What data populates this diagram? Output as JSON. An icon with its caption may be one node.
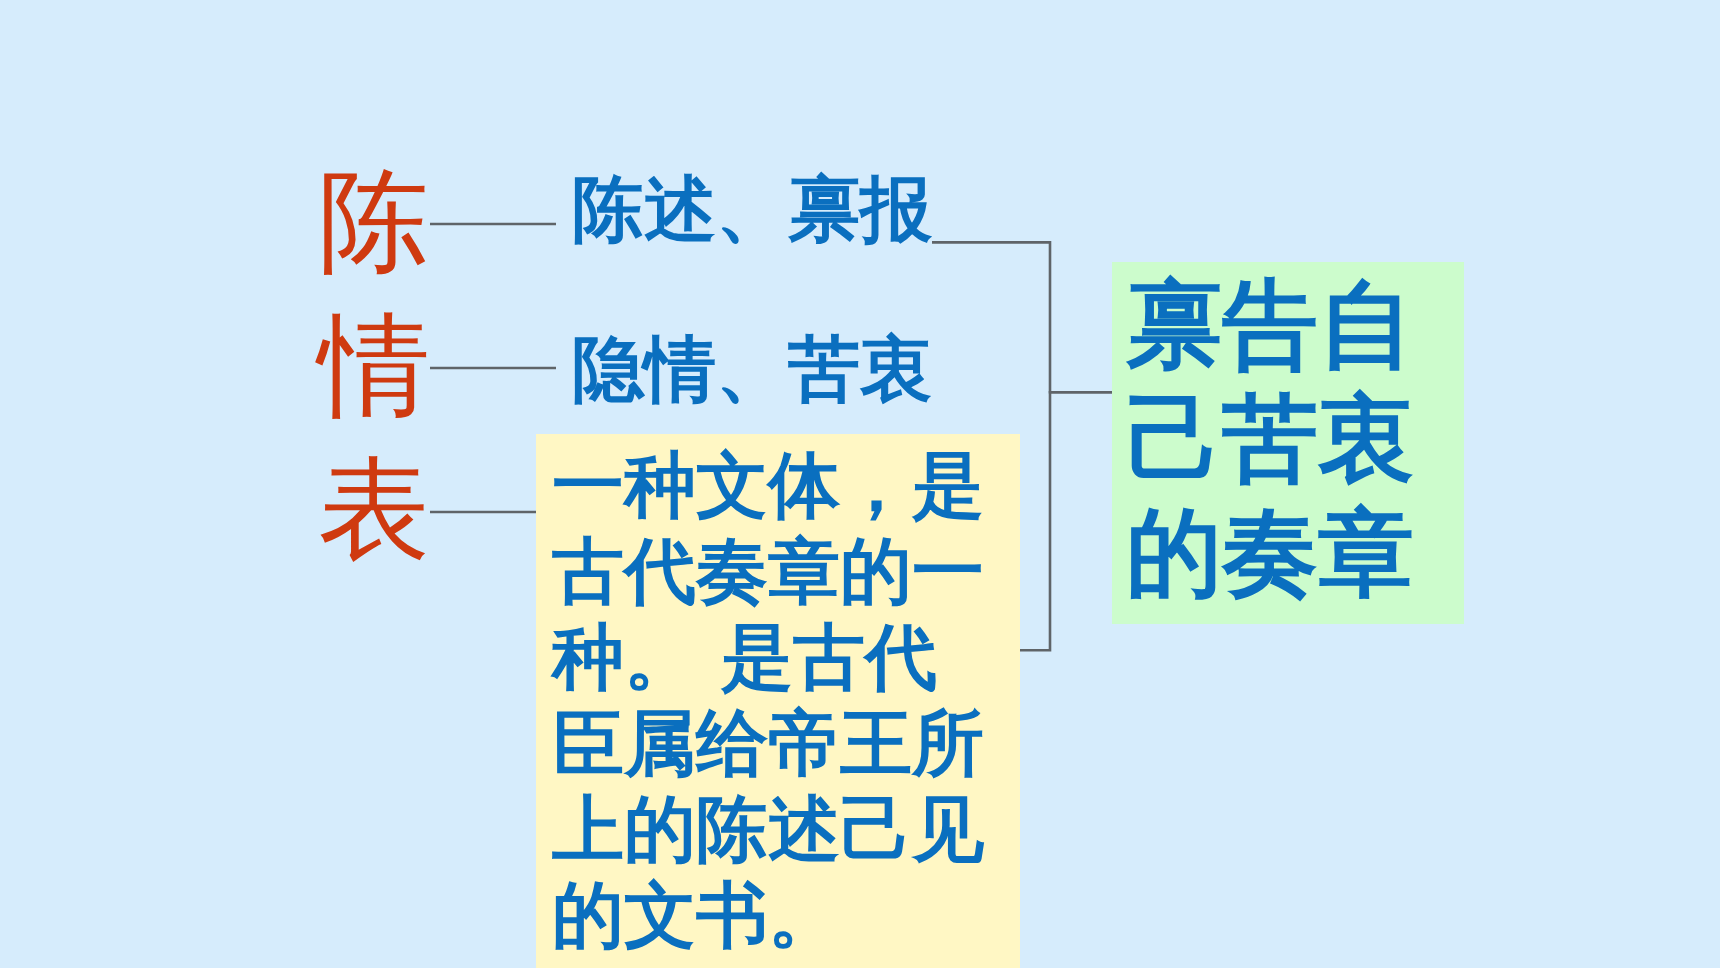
{
  "diagram": {
    "nodes": [
      {
        "text": [
          "陈"
        ]
      },
      {
        "text": [
          "情"
        ]
      },
      {
        "text": [
          "表"
        ]
      },
      {
        "text": [
          "陈述、禀报"
        ]
      },
      {
        "text": [
          "隐情、苦衷"
        ]
      },
      {
        "text": [
          "一种文体，是古代奏章的一种。 是古代臣属给帝王所上的陈述己见的文书。"
        ]
      },
      {
        "text": [
          "禀告自己苦衷的奏章"
        ]
      }
    ],
    "edges": [
      {
        "from": 0,
        "to": 3,
        "arrow": "none"
      },
      {
        "from": 1,
        "to": 4,
        "arrow": "none"
      },
      {
        "from": 2,
        "to": 5,
        "arrow": "none"
      },
      {
        "from": 3,
        "to": 6,
        "arrow": "none"
      },
      {
        "from": 5,
        "to": 6,
        "arrow": "none"
      }
    ]
  }
}
